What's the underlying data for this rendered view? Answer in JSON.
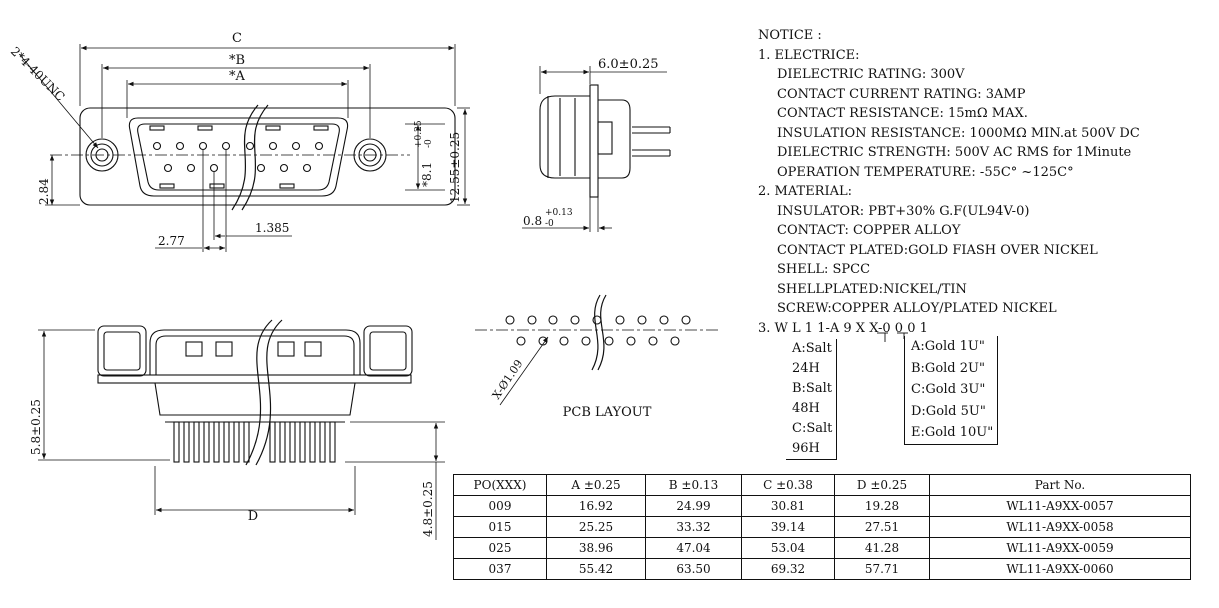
{
  "top_view": {
    "dim_c": "C",
    "dim_b": "*B",
    "dim_a": "*A",
    "dim_screw": "2*4-40UNC",
    "dim_height_tol": "*8.1",
    "dim_height_tol_upper": "+0.25",
    "dim_height_tol_lower": "-0",
    "dim_height": "12.55±0.25",
    "dim_2_84": "2.84",
    "dim_2_77": "2.77",
    "dim_1_385": "1.385"
  },
  "side_view": {
    "dim_width": "6.0±0.25",
    "dim_thick": "0.8",
    "dim_thick_upper": "+0.13",
    "dim_thick_lower": "-0"
  },
  "front_view": {
    "dim_5_8": "5.8±0.25",
    "dim_4_8": "4.8±0.25",
    "dim_d": "D"
  },
  "pcb": {
    "label": "PCB LAYOUT",
    "hole_dim": "X-Ø1.09"
  },
  "notice": {
    "title": "NOTICE :",
    "s1_title": "1. ELECTRICE:",
    "s1_items": [
      "DIELECTRIC RATING: 300V",
      "CONTACT CURRENT RATING: 3AMP",
      "CONTACT RESISTANCE: 15mΩ  MAX.",
      "INSULATION RESISTANCE: 1000MΩ  MIN.at 500V DC",
      "DIELECTRIC STRENGTH: 500V AC RMS for 1Minute",
      "OPERATION TEMPERATURE: -55C°  ~125C°"
    ],
    "s2_title": "2. MATERIAL:",
    "s2_items": [
      "INSULATOR: PBT+30% G.F(UL94V-0)",
      "CONTACT: COPPER ALLOY",
      "CONTACT PLATED:GOLD FIASH OVER NICKEL",
      "SHELL: SPCC",
      "SHELLPLATED:NICKEL/TIN",
      "SCREW:COPPER ALLOY/PLATED NICKEL"
    ],
    "s3_prefix": "3. W L 1 1-A 9 ",
    "s3_x1": "X",
    "s3_x2": "X",
    "s3_suffix": "-0 0 0 1"
  },
  "options": {
    "salt": [
      "A:Salt 24H",
      "B:Salt 48H",
      "C:Salt 96H"
    ],
    "gold": [
      "A:Gold 1U\"",
      "B:Gold 2U\"",
      "C:Gold 3U\"",
      "D:Gold 5U\"",
      "E:Gold 10U\""
    ]
  },
  "table": {
    "headers": [
      "PO(XXX)",
      "A ±0.25",
      "B ±0.13",
      "C ±0.38",
      "D ±0.25",
      "Part    No."
    ],
    "rows": [
      [
        "009",
        "16.92",
        "24.99",
        "30.81",
        "19.28",
        "WL11-A9XX-0057"
      ],
      [
        "015",
        "25.25",
        "33.32",
        "39.14",
        "27.51",
        "WL11-A9XX-0058"
      ],
      [
        "025",
        "38.96",
        "47.04",
        "53.04",
        "41.28",
        "WL11-A9XX-0059"
      ],
      [
        "037",
        "55.42",
        "63.50",
        "69.32",
        "57.71",
        "WL11-A9XX-0060"
      ]
    ]
  }
}
